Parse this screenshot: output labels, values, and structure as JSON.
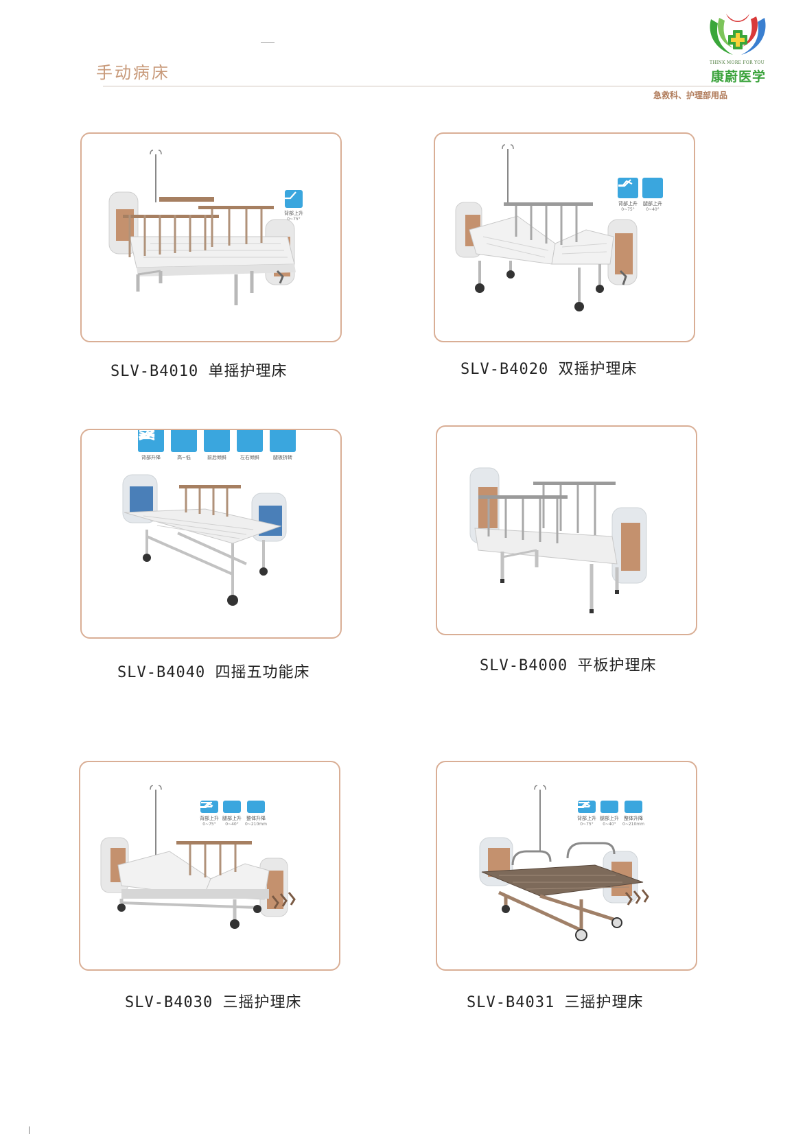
{
  "header": {
    "section_title": "手动病床",
    "subtitle": "急救科、护理部用品",
    "logo": {
      "tagline": "THINK MORE FOR YOU",
      "name": "康蔚医学",
      "icon": "green-cross-wings-logo",
      "colors": {
        "green": "#3aa63a",
        "red": "#d93a3a",
        "blue": "#3a7fd0"
      }
    }
  },
  "products": [
    {
      "caption": "SLV-B4010  单摇护理床",
      "icon": "single-crank-bed",
      "functions": [
        {
          "label": "背部上升",
          "range": "0~75°",
          "icon": "back-raise-icon"
        }
      ]
    },
    {
      "caption": "SLV-B4020  双摇护理床",
      "icon": "double-crank-bed",
      "functions": [
        {
          "label": "背部上升",
          "range": "0~75°",
          "icon": "back-raise-icon"
        },
        {
          "label": "腿部上升",
          "range": "0~40°",
          "icon": "leg-raise-icon"
        }
      ]
    },
    {
      "caption": "SLV-B4040  四摇五功能床",
      "icon": "four-crank-bed",
      "functions": [
        {
          "label": "背部升降",
          "range": "",
          "icon": "back-raise-icon"
        },
        {
          "label": "高~低",
          "range": "",
          "icon": "height-icon"
        },
        {
          "label": "前后倾斜",
          "range": "",
          "icon": "tilt-icon"
        },
        {
          "label": "左右倾斜",
          "range": "",
          "icon": "side-tilt-icon"
        },
        {
          "label": "腿板折转",
          "range": "",
          "icon": "leg-fold-icon"
        }
      ]
    },
    {
      "caption": "SLV-B4000  平板护理床",
      "icon": "flat-bed",
      "functions": []
    },
    {
      "caption": "SLV-B4030  三摇护理床",
      "icon": "triple-crank-bed",
      "functions": [
        {
          "label": "背部上升",
          "range": "0~75°",
          "icon": "back-raise-icon"
        },
        {
          "label": "腿部上升",
          "range": "0~40°",
          "icon": "leg-raise-icon"
        },
        {
          "label": "整体升降",
          "range": "0~210mm",
          "icon": "lift-icon"
        }
      ]
    },
    {
      "caption": "SLV-B4031  三摇护理床",
      "icon": "triple-crank-steel-bed",
      "functions": [
        {
          "label": "背部上升",
          "range": "0~75°",
          "icon": "back-raise-icon"
        },
        {
          "label": "腿部上升",
          "range": "0~40°",
          "icon": "leg-raise-icon"
        },
        {
          "label": "整体升降",
          "range": "0~210mm",
          "icon": "lift-icon"
        }
      ]
    }
  ]
}
